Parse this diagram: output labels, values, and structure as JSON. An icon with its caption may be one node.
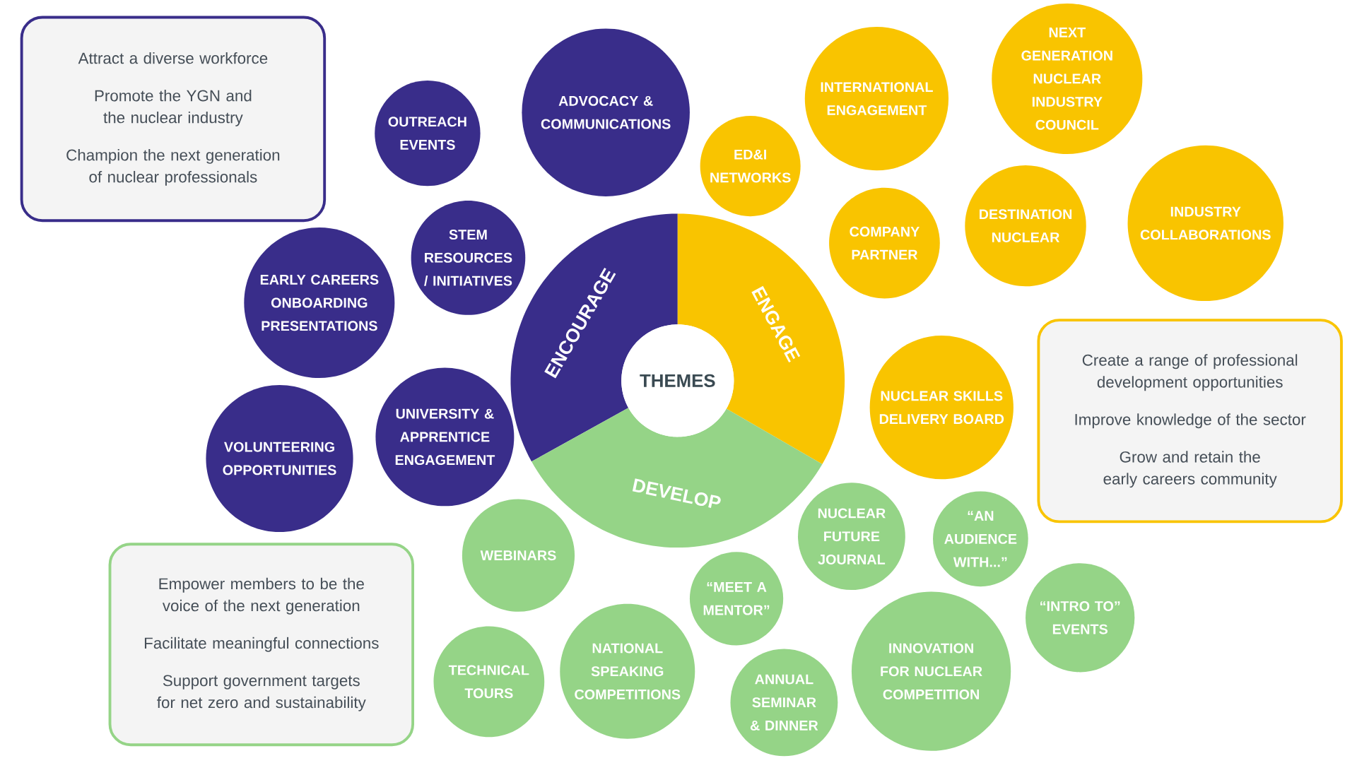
{
  "diagram": {
    "nodes": [
      {
        "text": [
          "Attract a diverse workforce",
          "Promote the YGN and the nuclear industry",
          "Champion the next generation of nuclear professionals"
        ]
      },
      {
        "text": [
          "OUTREACH EVENTS"
        ]
      },
      {
        "text": [
          "ADVOCACY & COMMUNICATIONS"
        ]
      },
      {
        "text": [
          "ED&I NETWORKS"
        ]
      },
      {
        "text": [
          "INTERNATIONAL ENGAGEMENT"
        ]
      },
      {
        "text": [
          "NEXT GENERATION NUCLEAR INDUSTRY COUNCIL"
        ]
      },
      {
        "text": [
          "STEM RESOURCES / INITIATIVES"
        ]
      },
      {
        "text": [
          "COMPANY PARTNER"
        ]
      },
      {
        "text": [
          "DESTINATION NUCLEAR"
        ]
      },
      {
        "text": [
          "INDUSTRY COLLABORATIONS"
        ]
      },
      {
        "text": [
          "EARLY CAREERS ONBOARDING PRESENTATIONS"
        ]
      },
      {
        "text": [
          "ENCOURAGE"
        ]
      },
      {
        "text": [
          "ENGAGE"
        ]
      },
      {
        "text": [
          "THEMES"
        ]
      },
      {
        "text": [
          "DEVELOP"
        ]
      },
      {
        "text": [
          "Create a range of professional development opportunities",
          "Improve knowledge of the sector",
          "Grow and retain the early careers community"
        ]
      },
      {
        "text": [
          "NUCLEAR SKILLS DELIVERY BOARD"
        ]
      },
      {
        "text": [
          "VOLUNTEERING OPPORTUNITIES"
        ]
      },
      {
        "text": [
          "UNIVERSITY & APPRENTICE ENGAGEMENT"
        ]
      },
      {
        "text": [
          "WEBINARS"
        ]
      },
      {
        "text": [
          "NUCLEAR FUTURE JOURNAL"
        ]
      },
      {
        "text": [
          "“AN AUDIENCE WITH...”"
        ]
      },
      {
        "text": [
          "“MEET A MENTOR”"
        ]
      },
      {
        "text": [
          "“INTRO TO” EVENTS"
        ]
      },
      {
        "text": [
          "Empower members to be the voice of the next generation",
          "Facilitate meaningful connections",
          "Support government targets for net zero and sustainability"
        ]
      },
      {
        "text": [
          "TECHNICAL TOURS"
        ]
      },
      {
        "text": [
          "NATIONAL SPEAKING COMPETITIONS"
        ]
      },
      {
        "text": [
          "INNOVATION FOR NUCLEAR COMPETITION"
        ]
      },
      {
        "text": [
          "ANNUAL SEMINAR & DINNER"
        ]
      }
    ],
    "edges": []
  }
}
